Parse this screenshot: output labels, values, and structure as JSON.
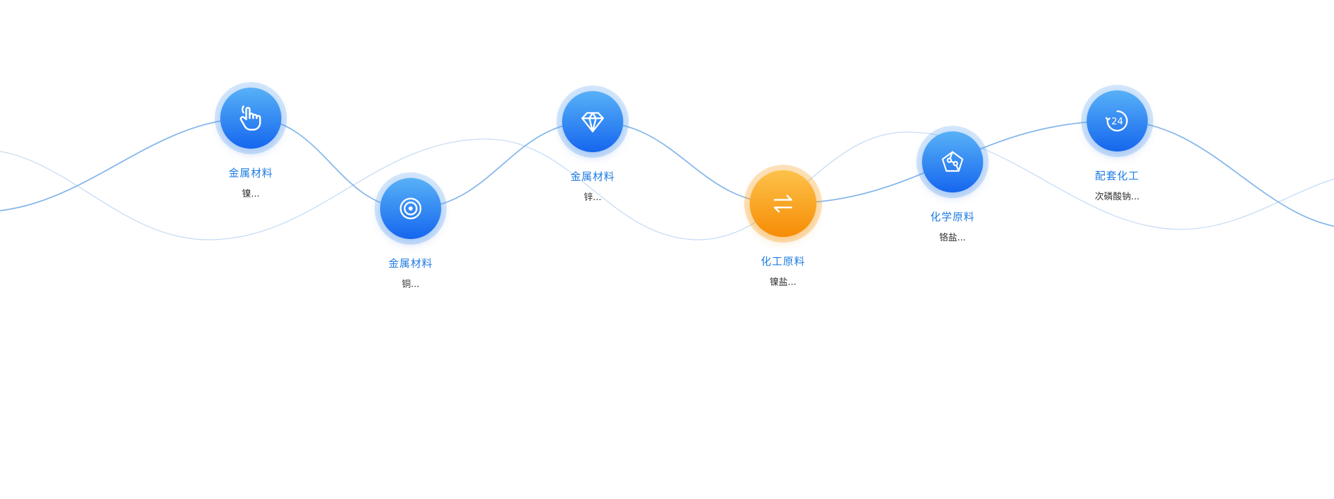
{
  "section": {
    "background": "#ffffff"
  },
  "palette": {
    "blue_gradient_top": "#58b1f7",
    "blue_gradient_bottom": "#1566ee",
    "blue_halo": "rgba(80,158,242,0.25)",
    "orange_gradient_top": "#fdc24a",
    "orange_gradient_bottom": "#f68c05",
    "orange_halo": "rgba(249,166,43,0.32)",
    "title_color": "#1e7ce2",
    "subtitle_color": "#333333",
    "wave_primary": "#79b0e8",
    "wave_secondary": "#c6dcf5"
  },
  "nodes": [
    {
      "title": "金属材料",
      "subtitle": "镍...",
      "icon": "hand-click-icon",
      "accent": "blue"
    },
    {
      "title": "金属材料",
      "subtitle": "铜...",
      "icon": "ripple-icon",
      "accent": "blue"
    },
    {
      "title": "金属材料",
      "subtitle": "锌...",
      "icon": "diamond-icon",
      "accent": "blue"
    },
    {
      "title": "化工原料",
      "subtitle": "镍盐...",
      "icon": "exchange-arrows-icon",
      "accent": "orange"
    },
    {
      "title": "化学原料",
      "subtitle": "铬盐...",
      "icon": "molecule-icon",
      "accent": "blue"
    },
    {
      "title": "配套化工",
      "subtitle": "次磷酸钠...",
      "icon": "24-hour-icon",
      "icon_text": "24",
      "accent": "blue"
    }
  ]
}
